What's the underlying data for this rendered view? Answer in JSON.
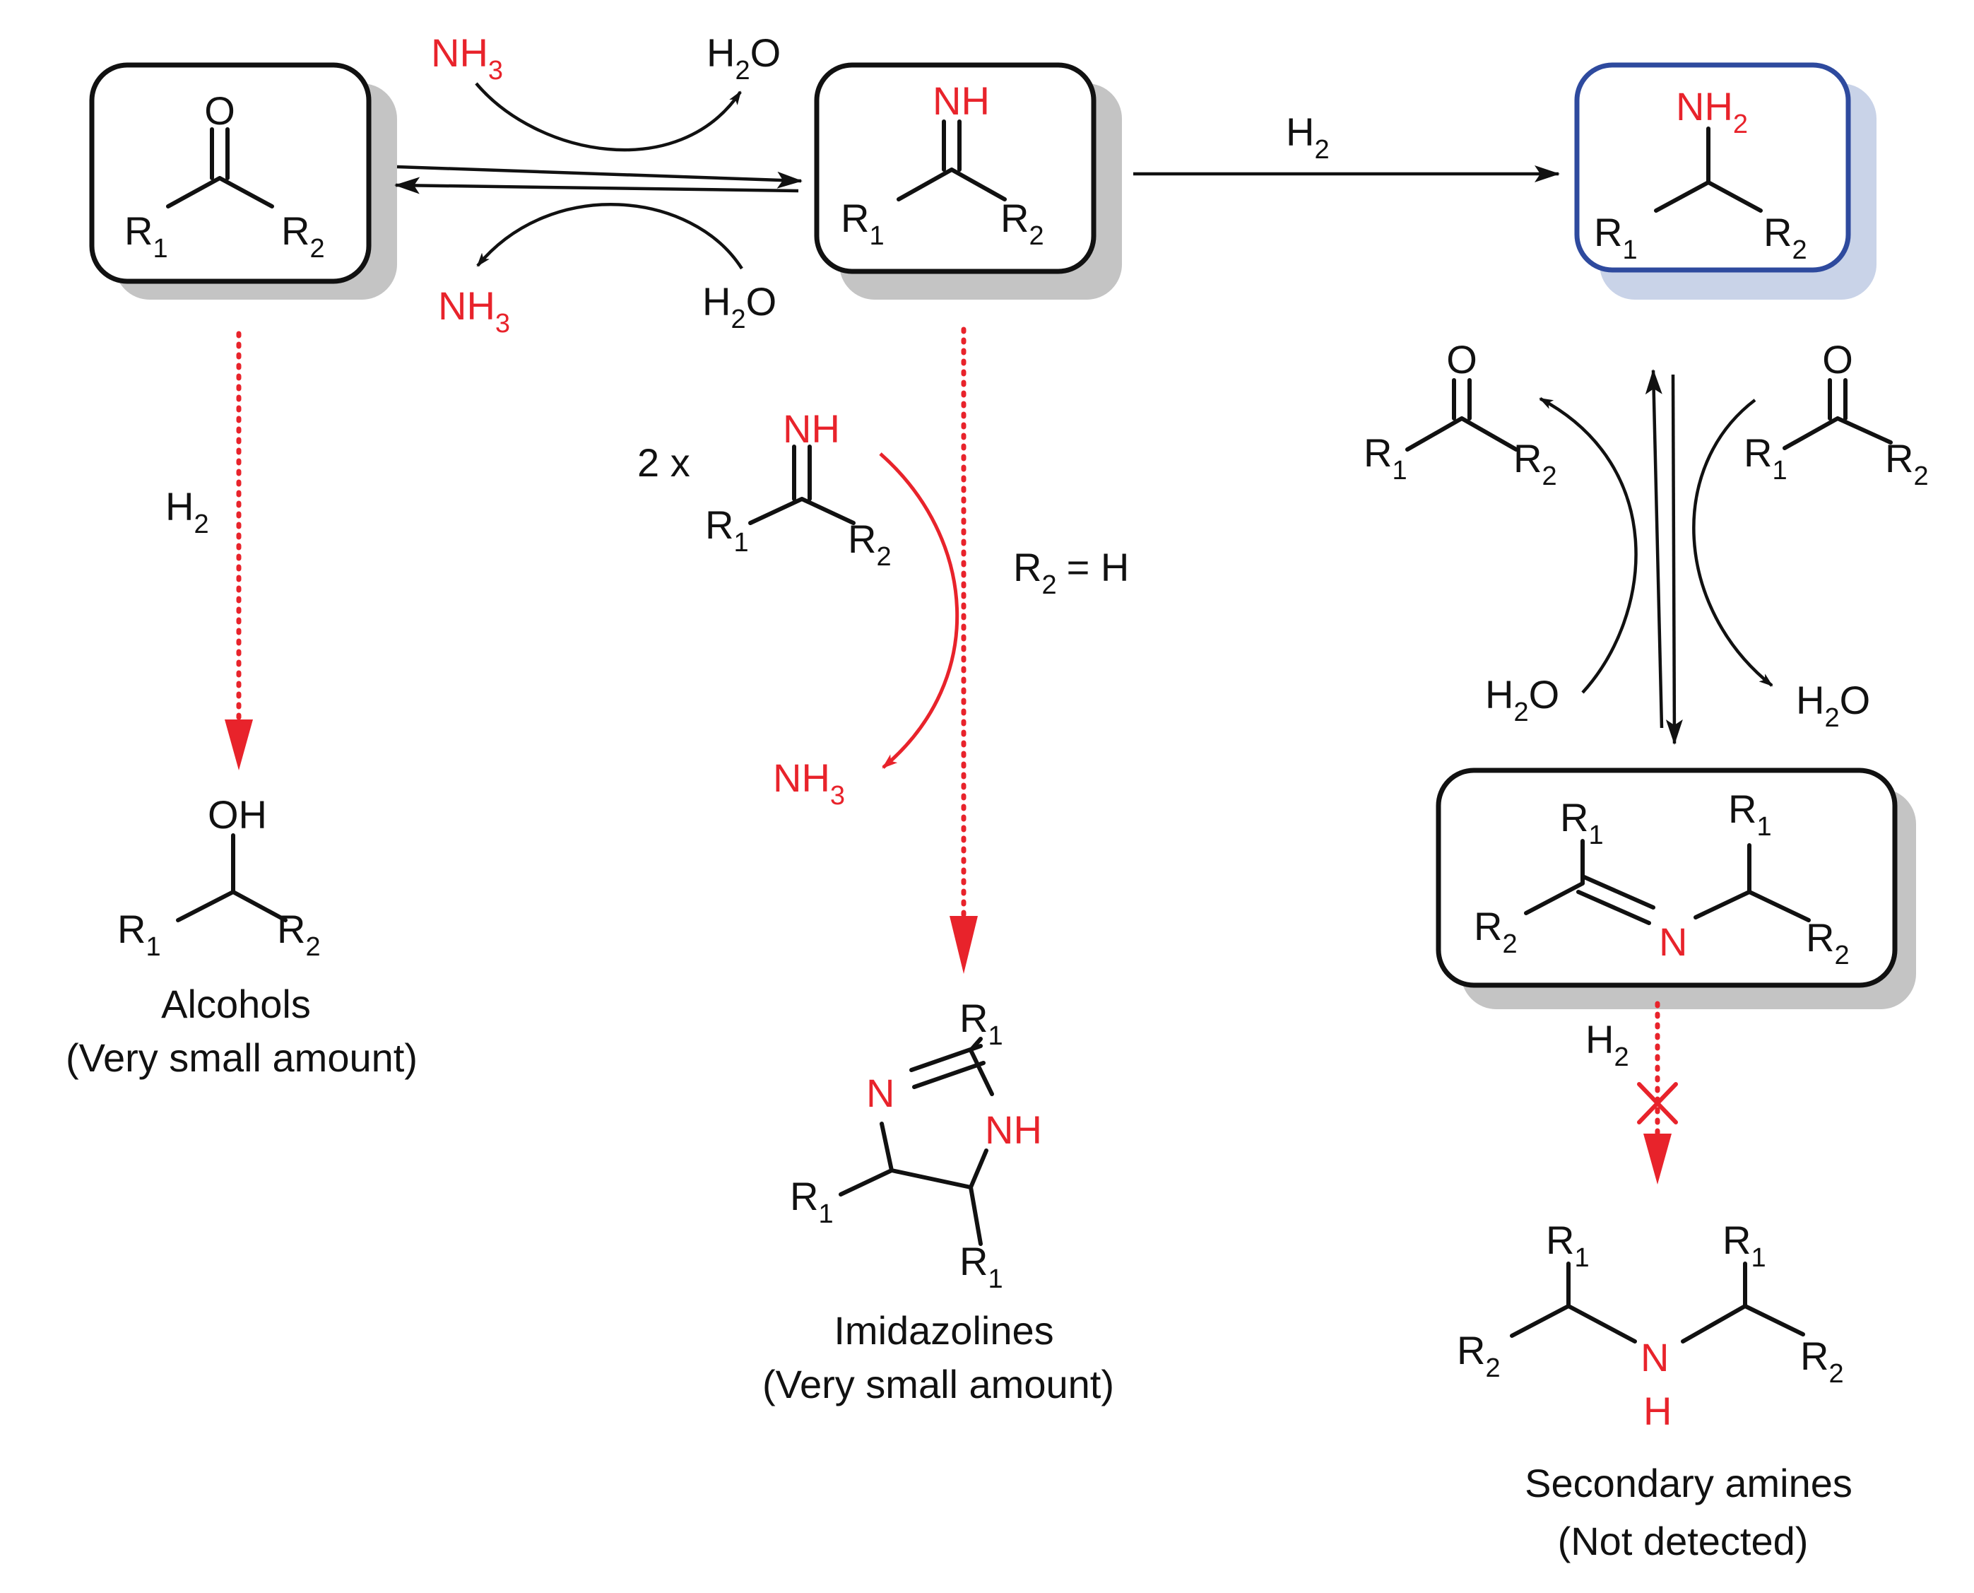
{
  "labels": {
    "r1": "R",
    "r2": "R",
    "sub1": "1",
    "sub2": "2",
    "sub3": "3",
    "o": "O",
    "nh": "NH",
    "nh2": "NH",
    "n": "N",
    "h": "H",
    "oh": "OH",
    "h2": "H",
    "h2o_h": "H",
    "h2o_o": "O",
    "nh3": "NH",
    "two_x": "2 x",
    "r2_eq_h": "= H"
  },
  "captions": {
    "alcohols": "Alcohols",
    "alcohols_note": "(Very small amount)",
    "imidazolines": "Imidazolines",
    "imidazolines_note": "(Very small amount)",
    "secondary_amines": "Secondary amines",
    "secondary_amines_note": "(Not detected)"
  },
  "colors": {
    "heteroatom": "#e8232b",
    "box_border": "#111111",
    "product_border": "#2e4a9e",
    "shadow": "#c4c4c4",
    "product_shadow": "#c9d3e8",
    "side_path": "#e8232b"
  }
}
